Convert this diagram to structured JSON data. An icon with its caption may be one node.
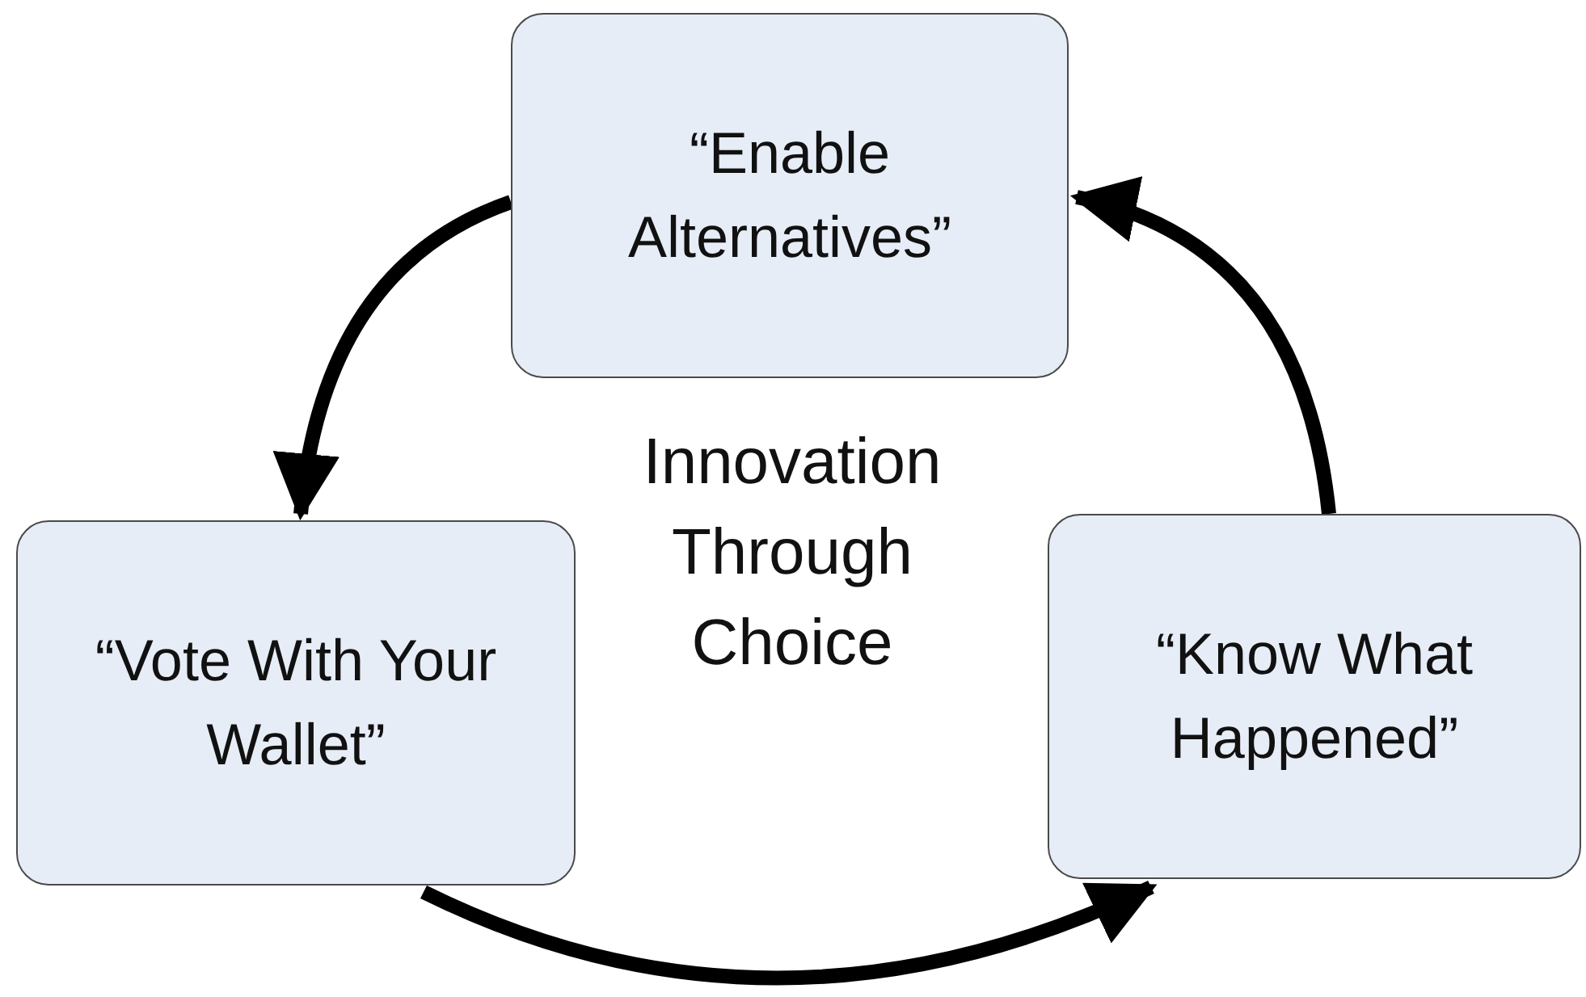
{
  "diagram": {
    "nodes": [
      {
        "text": [
          "“Enable Alternatives”"
        ]
      },
      {
        "text": [
          "“Vote With Your Wallet”"
        ]
      },
      {
        "text": [
          "“Know What Happened”"
        ]
      }
    ],
    "edges": [
      {
        "from": 0,
        "to": 1,
        "arrow": "to"
      },
      {
        "from": 1,
        "to": 2,
        "arrow": "to"
      },
      {
        "from": 2,
        "to": 0,
        "arrow": "to"
      }
    ],
    "labels": [
      "Innovation Through Choice"
    ]
  }
}
